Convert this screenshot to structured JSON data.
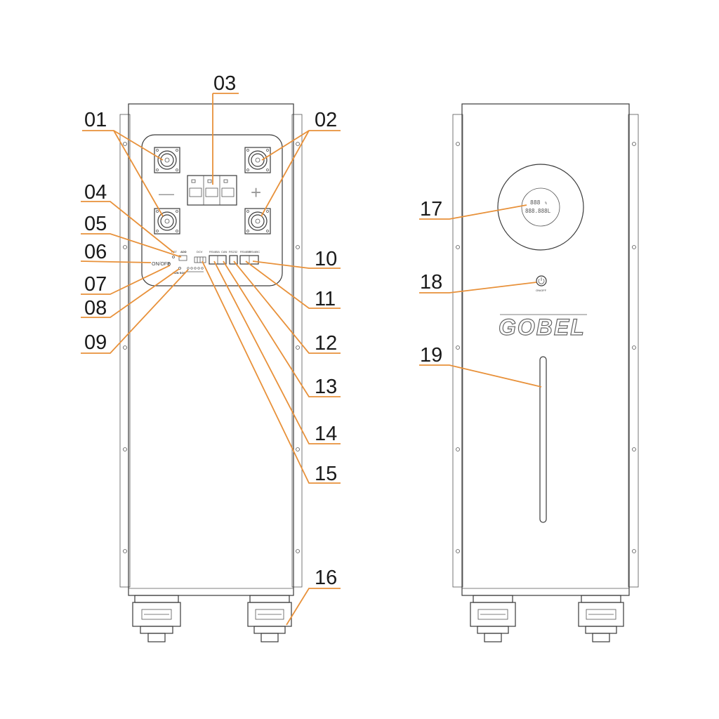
{
  "callouts": [
    "01",
    "02",
    "03",
    "04",
    "05",
    "06",
    "07",
    "08",
    "09",
    "10",
    "11",
    "12",
    "13",
    "14",
    "15",
    "16",
    "17",
    "18",
    "19"
  ],
  "front_panel": {
    "minus_symbol": "—",
    "plus_symbol": "+",
    "onoff_label": "ON/OFF",
    "label_5": "ADD",
    "label_4": "RST",
    "label_dcv": "DCV",
    "port_1": "RS485A",
    "port_2": "CAN",
    "port_3": "RS232",
    "port_4": "RS485B",
    "port_5": "RS485C",
    "indicator_label": "RUN  SOC"
  },
  "rear_panel": {
    "lcd_line1": "888",
    "lcd_unit": "%",
    "lcd_line2": "888.888L",
    "power_label": "ON/OFF",
    "logo_text": "GOBEL"
  },
  "colors": {
    "leader": "#e8913a",
    "outline": "#3a3a3a"
  }
}
